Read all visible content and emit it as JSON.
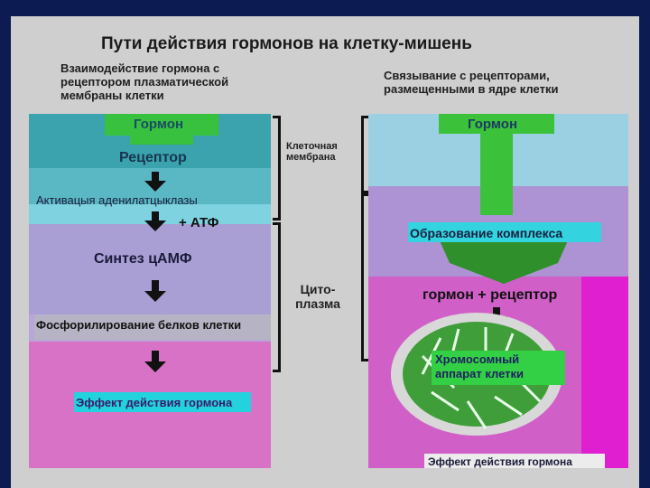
{
  "title": "Пути действия гормонов на клетку-мишень",
  "left": {
    "subtitle": [
      "Взаимодействие гормона с",
      "рецептором плазматической",
      "мембраны клетки"
    ],
    "hormone": "Гормон",
    "receptor": "Рецептор",
    "activation": "Активацыя аденилатцыклазы",
    "atp": "+ АТФ",
    "synthesis": "Синтез цАМФ",
    "phosphorylation": "Фосфорилирование белков клетки",
    "effect": "Эффект действия гормона"
  },
  "middle": {
    "membrane": [
      "Клеточная",
      "мембрана"
    ],
    "cytoplasm": [
      "Цито-",
      "плазма"
    ]
  },
  "right": {
    "subtitle": [
      "Связывание с рецепторами,",
      "размещенными в ядре клетки"
    ],
    "hormone": "Гормон",
    "complex": "Образование комплекса",
    "hormone_receptor": "гормон + рецептор",
    "chromosome": [
      "Хромосомный",
      "аппарат клетки"
    ],
    "effect": "Эффект действия гормона"
  },
  "colors": {
    "teal": "#3aa7b0",
    "lavender": "#a89fd3",
    "pink": "#d970c8",
    "green": "#35c83c",
    "magenta": "#e020d0",
    "cyan_label": "#22d3dd"
  }
}
